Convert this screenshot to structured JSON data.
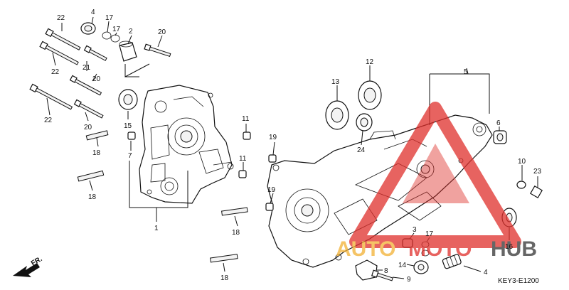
{
  "diagram": {
    "code": "KEY3-E1200",
    "front_marker": "FR."
  },
  "callouts": [
    {
      "id": "22a",
      "text": "22"
    },
    {
      "id": "4a",
      "text": "4"
    },
    {
      "id": "17a",
      "text": "17"
    },
    {
      "id": "17b",
      "text": "17"
    },
    {
      "id": "2",
      "text": "2"
    },
    {
      "id": "20a",
      "text": "20"
    },
    {
      "id": "22b",
      "text": "22"
    },
    {
      "id": "21",
      "text": "21"
    },
    {
      "id": "20b",
      "text": "20"
    },
    {
      "id": "22c",
      "text": "22"
    },
    {
      "id": "20c",
      "text": "20"
    },
    {
      "id": "15",
      "text": "15"
    },
    {
      "id": "7",
      "text": "7"
    },
    {
      "id": "18a",
      "text": "18"
    },
    {
      "id": "18b",
      "text": "18"
    },
    {
      "id": "1",
      "text": "1"
    },
    {
      "id": "11a",
      "text": "11"
    },
    {
      "id": "11b",
      "text": "11"
    },
    {
      "id": "18c",
      "text": "18"
    },
    {
      "id": "18d",
      "text": "18"
    },
    {
      "id": "19a",
      "text": "19"
    },
    {
      "id": "19b",
      "text": "19"
    },
    {
      "id": "13",
      "text": "13"
    },
    {
      "id": "12",
      "text": "12"
    },
    {
      "id": "24",
      "text": "24"
    },
    {
      "id": "5",
      "text": "5"
    },
    {
      "id": "6",
      "text": "6"
    },
    {
      "id": "10",
      "text": "10"
    },
    {
      "id": "23",
      "text": "23"
    },
    {
      "id": "3",
      "text": "3"
    },
    {
      "id": "17c",
      "text": "17"
    },
    {
      "id": "16",
      "text": "16"
    },
    {
      "id": "14",
      "text": "14"
    },
    {
      "id": "8",
      "text": "8"
    },
    {
      "id": "9",
      "text": "9"
    },
    {
      "id": "4b",
      "text": "4"
    }
  ],
  "watermark": {
    "text_left": "AUTO",
    "text_mid": "MOTO",
    "text_right": "HUB",
    "colors": {
      "triangle": "#e0302c",
      "auto": "#f2b134",
      "hub": "#333333"
    }
  }
}
